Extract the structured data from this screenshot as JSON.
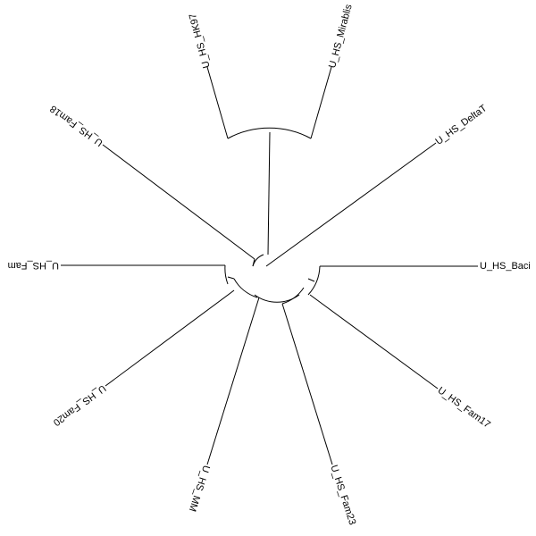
{
  "tree": {
    "line_color": "#000000",
    "background": "#ffffff",
    "leaves": [
      {
        "id": "hk97",
        "label": "U_HS_HK97"
      },
      {
        "id": "mirabilis",
        "label": "U_HS_Mirablis"
      },
      {
        "id": "deltat",
        "label": "U_HS_DeltaT"
      },
      {
        "id": "baci",
        "label": "U_HS_Baci"
      },
      {
        "id": "fam17",
        "label": "U_HS_Fam17"
      },
      {
        "id": "fam23",
        "label": "U_HS_Fam23"
      },
      {
        "id": "mm",
        "label": "U_HS_MM"
      },
      {
        "id": "fam20",
        "label": "U_HS_Fam20"
      },
      {
        "id": "fam",
        "label": "U_HS_Fam"
      },
      {
        "id": "fam18",
        "label": "U_HS_Fam18"
      }
    ]
  }
}
